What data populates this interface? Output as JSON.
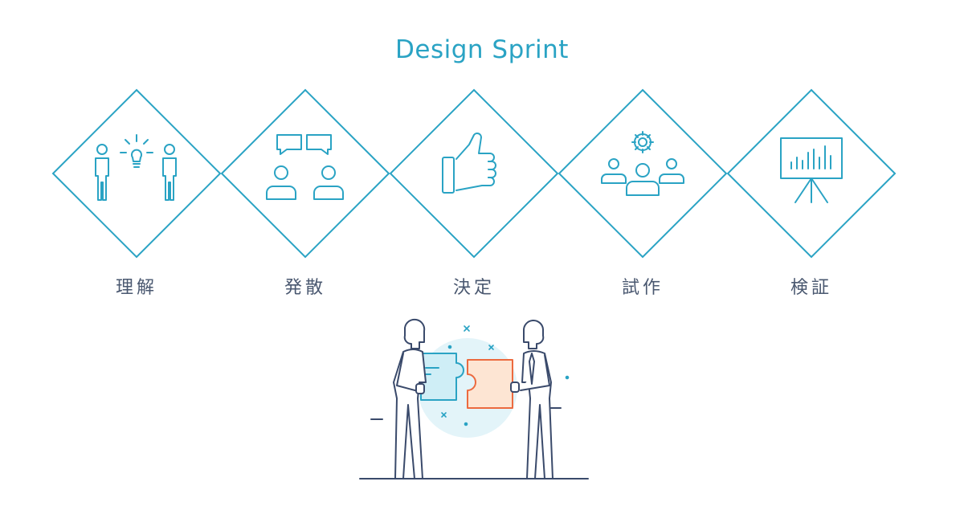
{
  "title": "Design Sprint",
  "steps": [
    {
      "label": "理解",
      "icon": "people-idea-icon"
    },
    {
      "label": "発散",
      "icon": "discussion-icon"
    },
    {
      "label": "決定",
      "icon": "thumbs-up-icon"
    },
    {
      "label": "試作",
      "icon": "team-gear-icon"
    },
    {
      "label": "検証",
      "icon": "presentation-chart-icon"
    }
  ],
  "colors": {
    "accent": "#2aa3c4",
    "navy": "#3a4a6b",
    "orange": "#ec6a3f",
    "puzzle_blue_fill": "#cfeef6",
    "puzzle_orange_fill": "#fde5d3"
  }
}
